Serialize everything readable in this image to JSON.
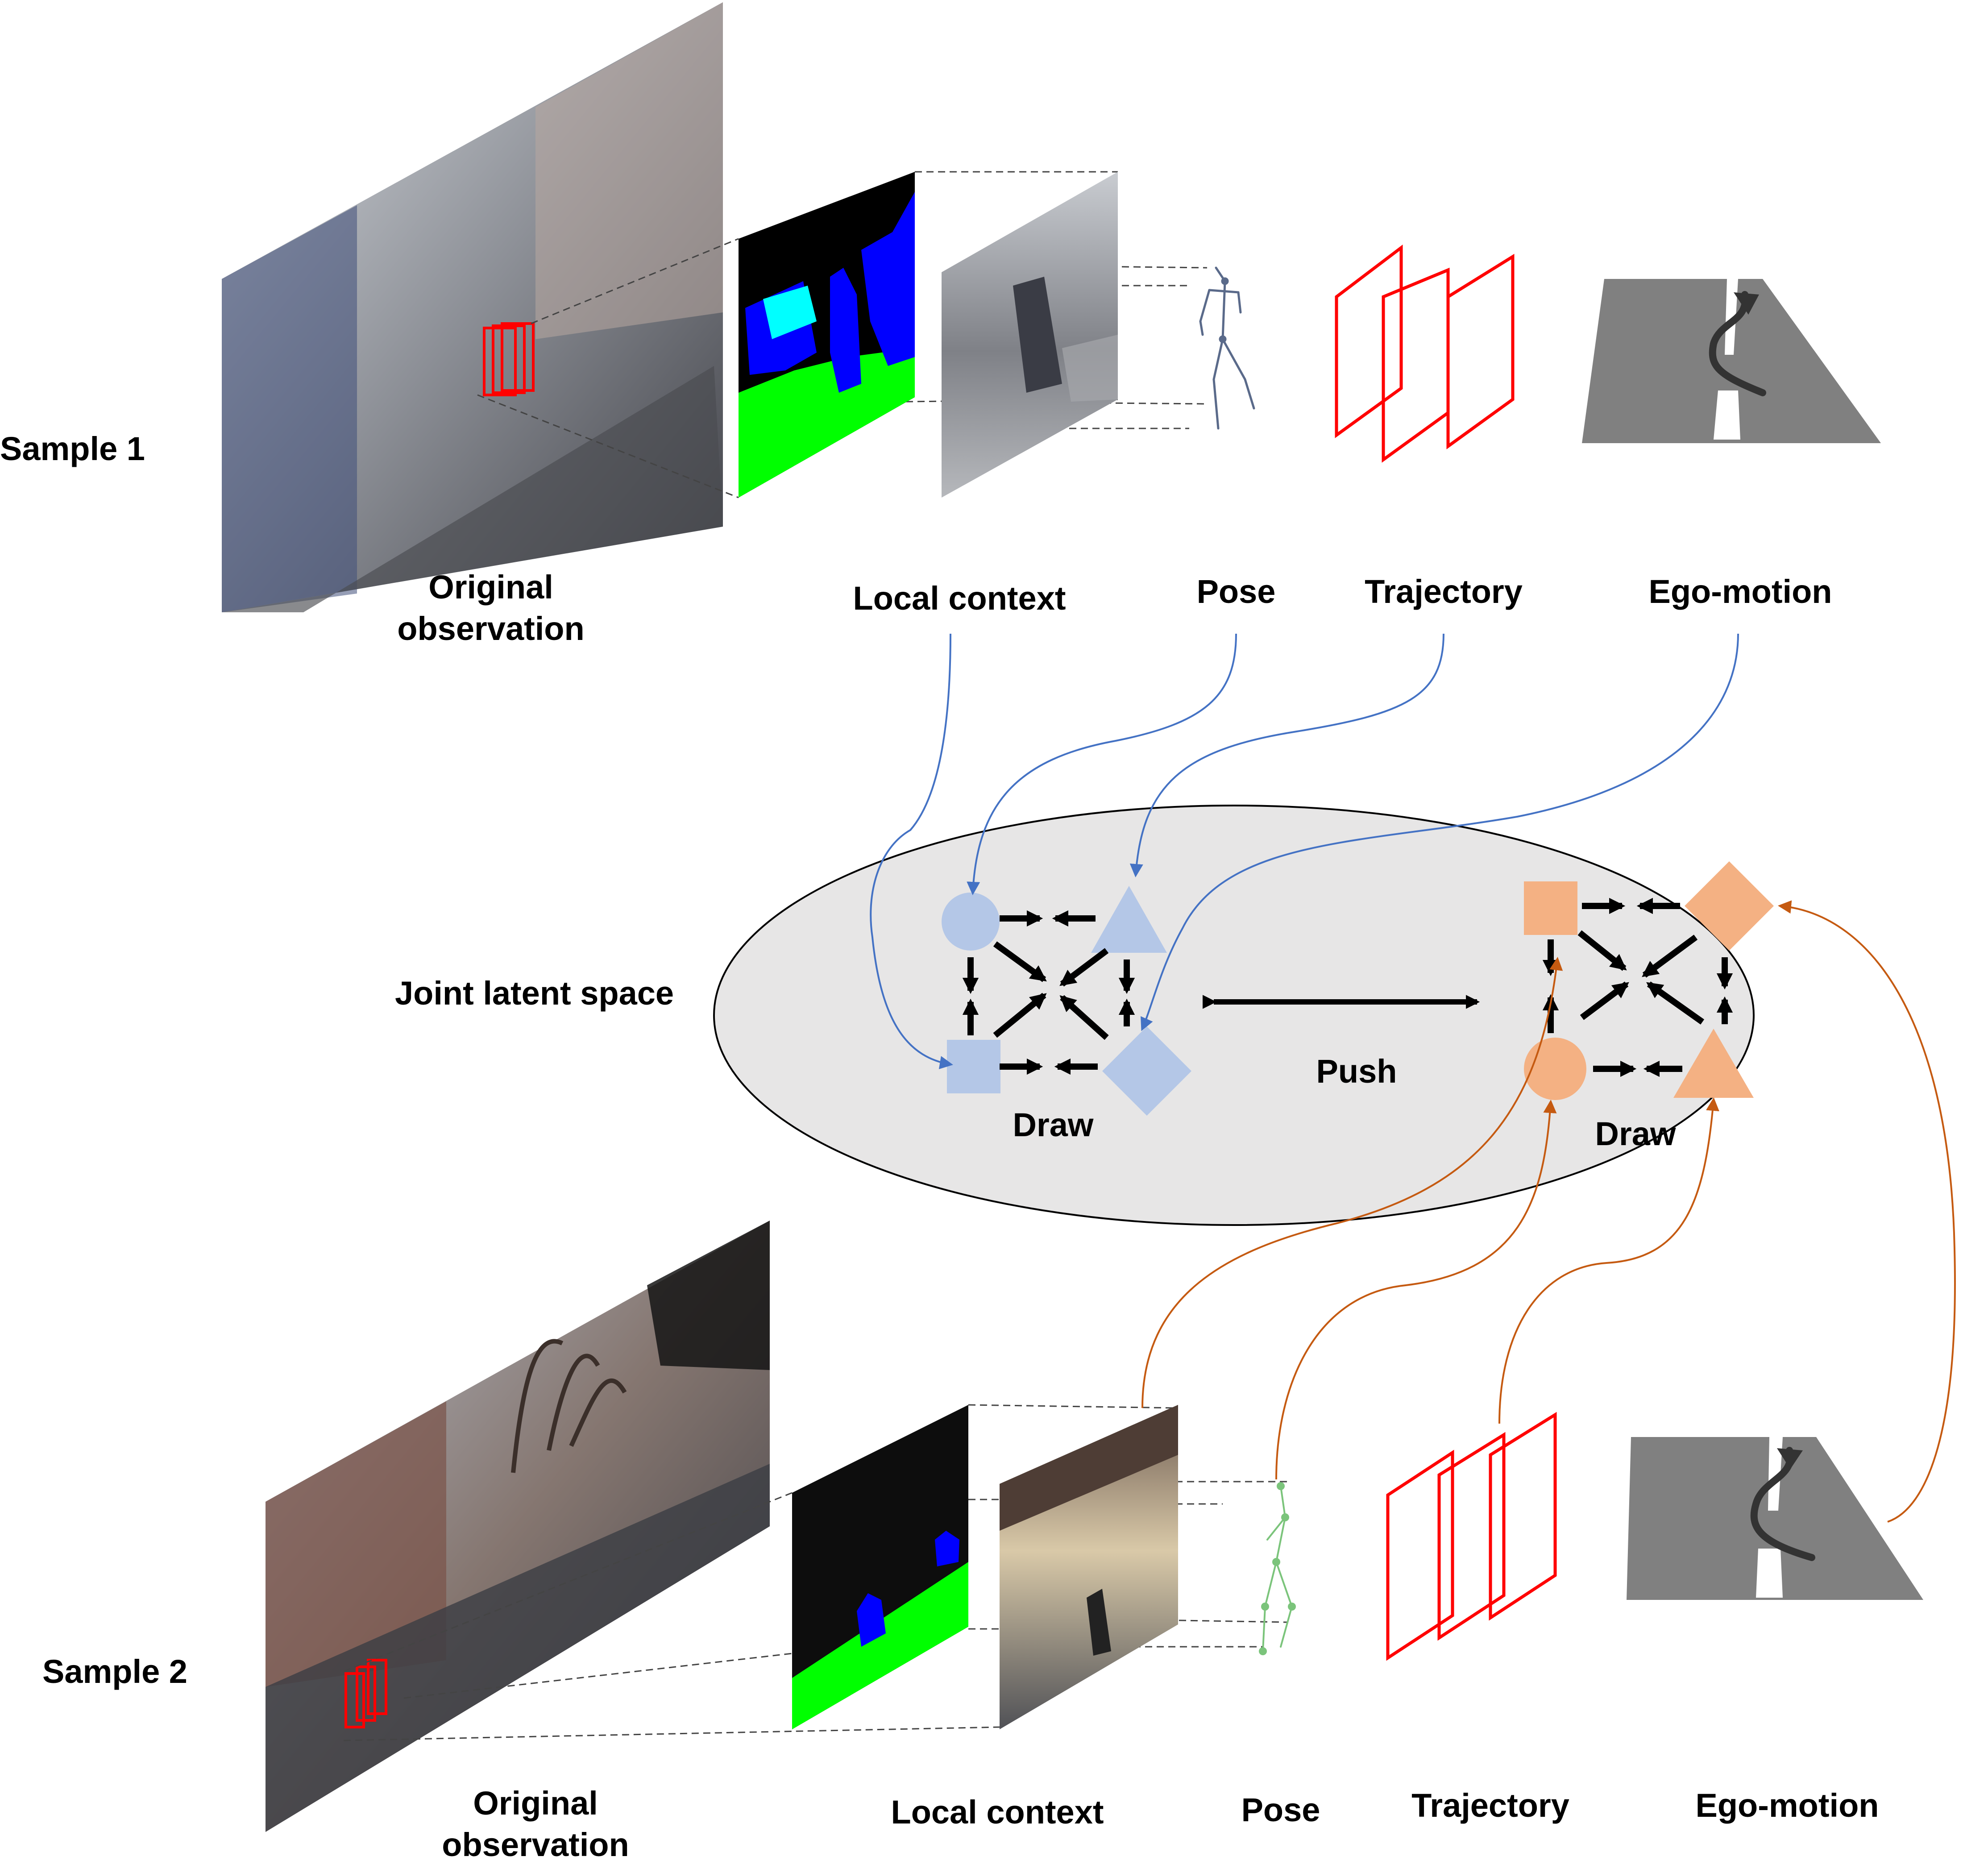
{
  "sample1": {
    "label": "Sample 1",
    "original_observation": "Original\nobservation",
    "local_context": "Local context",
    "pose": "Pose",
    "trajectory": "Trajectory",
    "ego_motion": "Ego-motion"
  },
  "sample2": {
    "label": "Sample 2",
    "original_observation": "Original\nobservation",
    "local_context": "Local context",
    "pose": "Pose",
    "trajectory": "Trajectory",
    "ego_motion": "Ego-motion"
  },
  "latent": {
    "label": "Joint latent space",
    "push": "Push",
    "draw_left": "Draw",
    "draw_right": "Draw"
  },
  "colors": {
    "blue_shapes": "#b4c7e7",
    "orange_shapes": "#f4b183",
    "blue_curves": "#4472c4",
    "orange_curves": "#c55a11",
    "ellipse_fill": "#e7e6e6",
    "trajectory": "#ff0000",
    "seg_green": "#00ff00",
    "seg_blue": "#0000ff",
    "seg_cyan": "#00ffff",
    "road": "#808080"
  },
  "icons": {
    "nodes_left": [
      "circle-icon",
      "triangle-icon",
      "square-icon",
      "diamond-icon"
    ],
    "nodes_right": [
      "square-icon",
      "diamond-icon",
      "circle-icon",
      "triangle-icon"
    ]
  }
}
